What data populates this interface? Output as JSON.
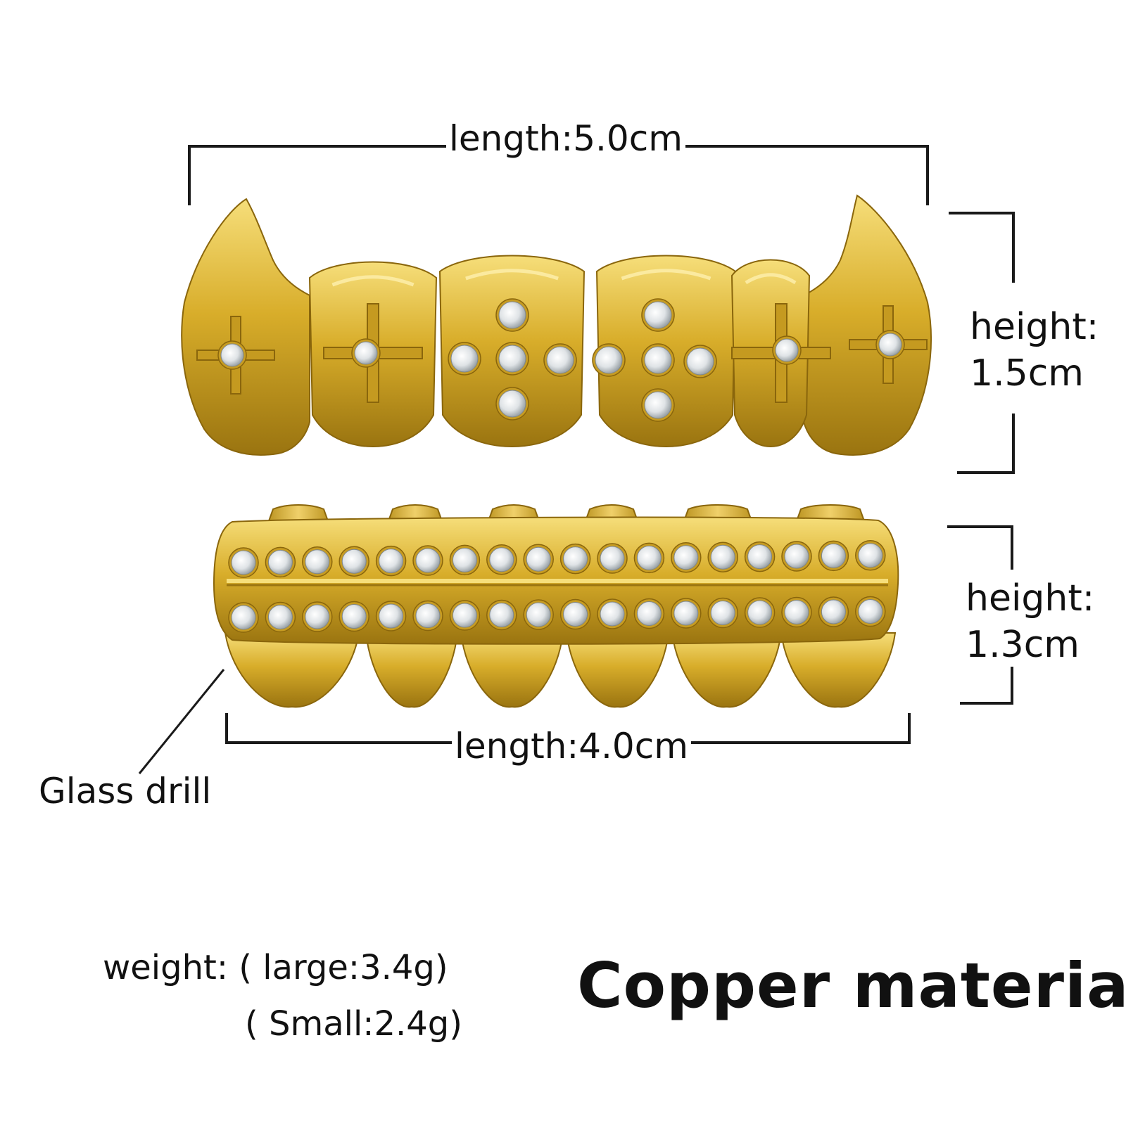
{
  "labels": {
    "top_length": "length:5.0cm",
    "top_height_line1": "height:",
    "top_height_line2": "1.5cm",
    "bottom_height_line1": "height:",
    "bottom_height_line2": "1.3cm",
    "bottom_length": "length:4.0cm",
    "glass_drill": "Glass drill",
    "weight_line1": "weight: ( large:3.4g)",
    "weight_line2": "( Small:2.4g)",
    "material": "Copper material"
  },
  "colors": {
    "gold": "#d8ad2a",
    "gold_light": "#f6de7a",
    "gold_dark": "#9a7410",
    "gem": "#e9ecef",
    "line": "#1a1a1a"
  }
}
